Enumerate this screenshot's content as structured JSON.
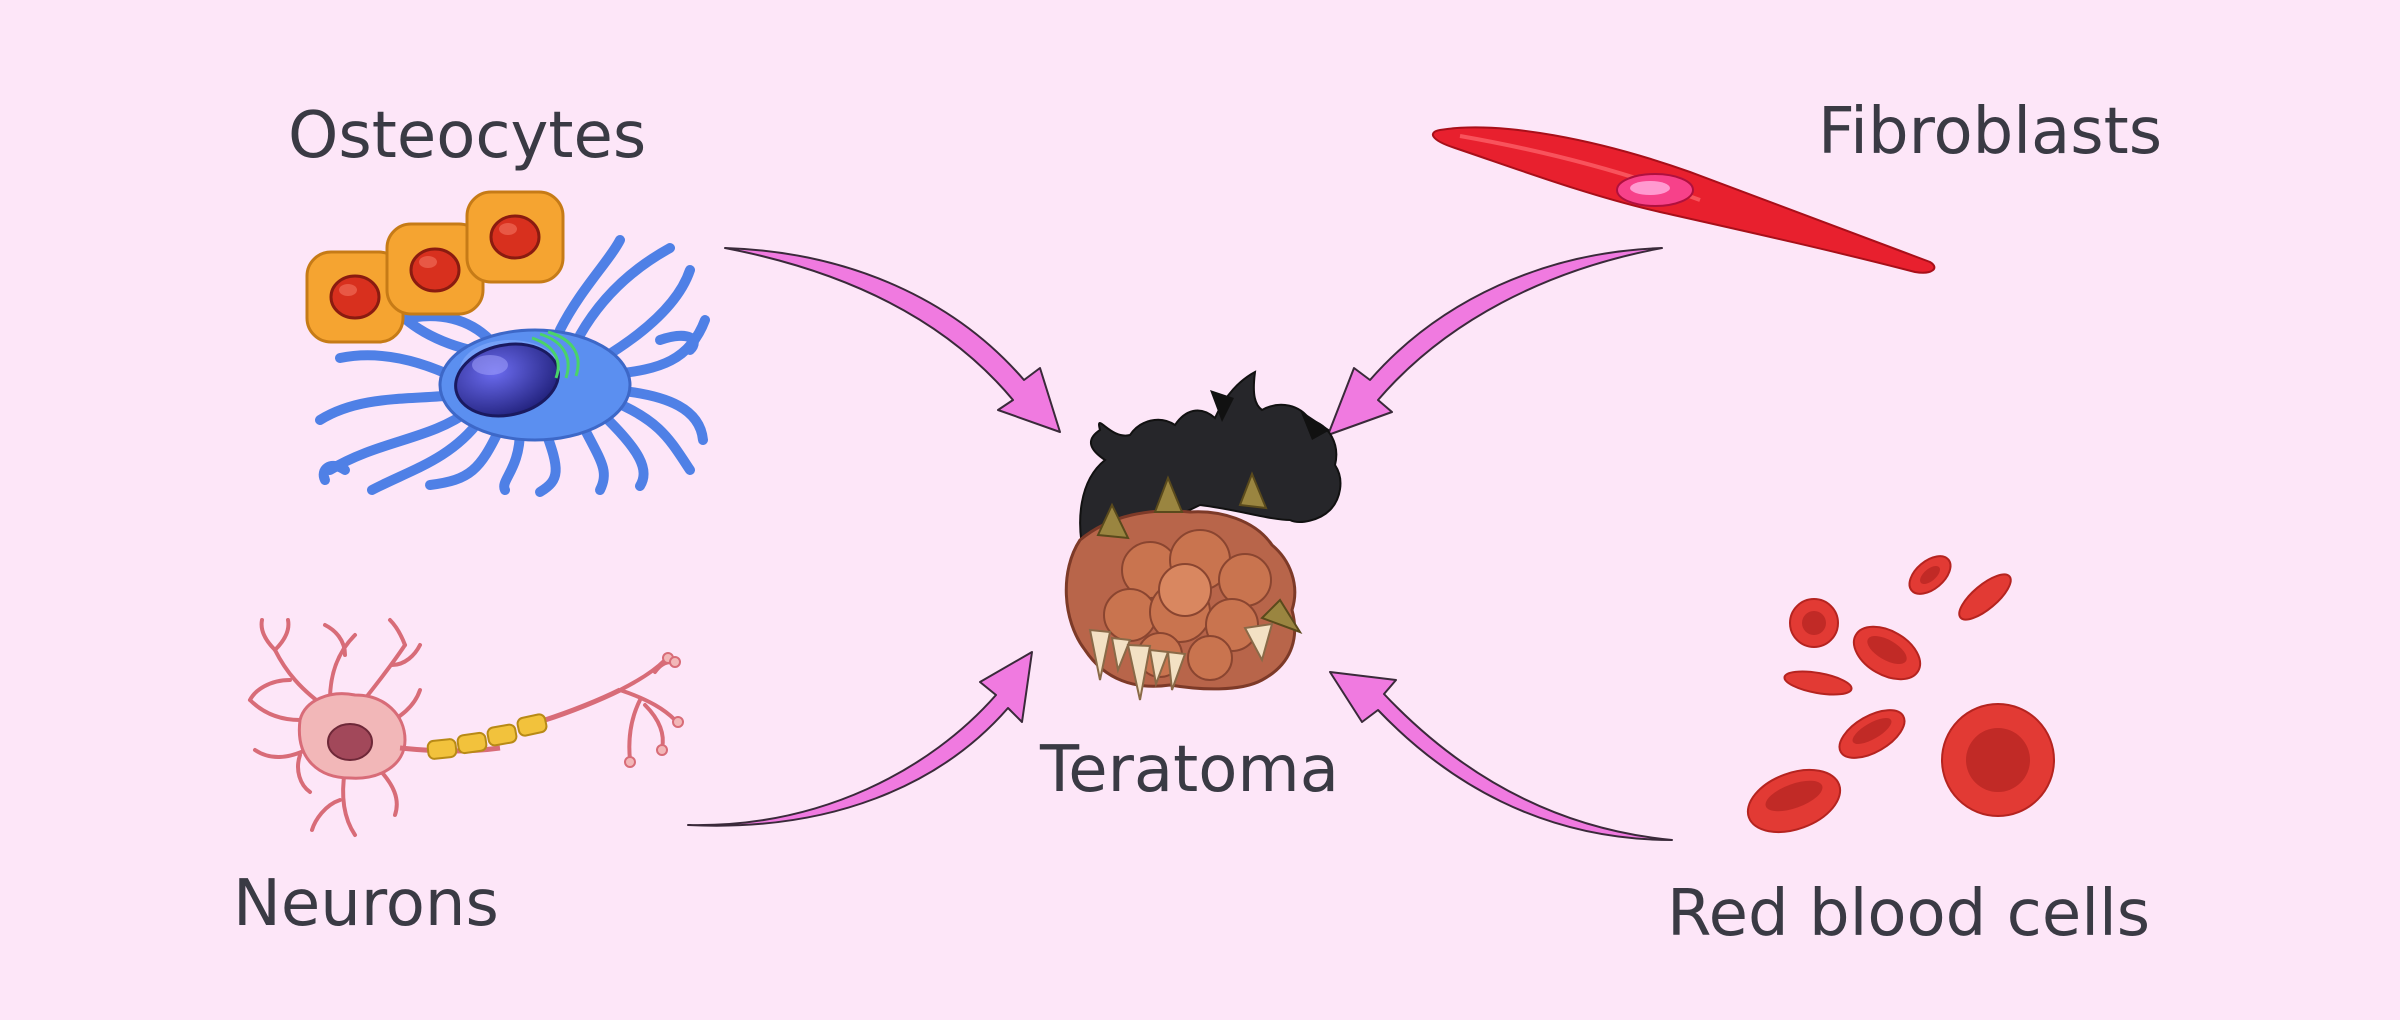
{
  "labels": {
    "osteocytes": "Osteocytes",
    "fibroblasts": "Fibroblasts",
    "teratoma": "Teratoma",
    "neurons": "Neurons",
    "red_blood_cells": "Red blood cells"
  },
  "colors": {
    "background": "#fde6f8",
    "arrow_fill": "#f07ae0",
    "arrow_stroke": "#3a2a3a",
    "text": "#3a3a44",
    "osteoblast": "#f5a431",
    "osteocyte": "#5b8ff0",
    "osteocyte_nucleus": "#2a2a9a",
    "fibroblast": "#e8202e",
    "neuron": "#e07f87",
    "myelin": "#f2c23c",
    "red_blood_cell": "#e23a34",
    "teratoma_tissue": "#b8654a",
    "teratoma_hair": "#2a2a2e",
    "teratoma_teeth": "#f3e1c4"
  },
  "icons": [
    "osteocyte-illustration",
    "fibroblast-illustration",
    "teratoma-illustration",
    "neuron-illustration",
    "red-blood-cells-illustration"
  ]
}
